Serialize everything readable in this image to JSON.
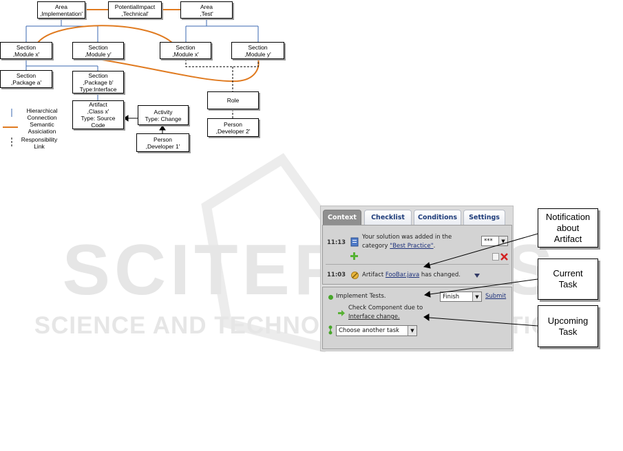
{
  "watermark": {
    "line1": "SCITEPRESS",
    "line2": "SCIENCE AND TECHNOLOGY PUBLICATIONS",
    "color": "#e6e6e6"
  },
  "diagram": {
    "nodes": {
      "area_impl": [
        "Area",
        ",Implementation'"
      ],
      "potential_impact": [
        "PotentialImpact",
        ",Technical'"
      ],
      "area_test": [
        "Area",
        ",Test'"
      ],
      "section_module_x_left": [
        "Section",
        ",Module x'"
      ],
      "section_module_y_left": [
        "Section",
        ",Module y'"
      ],
      "section_module_x_right": [
        "Section",
        ",Module x'"
      ],
      "section_module_y_right": [
        "Section",
        ",Module y'"
      ],
      "section_package_a": [
        "Section",
        ",Package a'"
      ],
      "section_package_b": [
        "Section",
        ",Package b'",
        "Type:Interface"
      ],
      "artifact_class_x": [
        "Artifact",
        ",Class x'",
        "Type: Source",
        "Code"
      ],
      "activity_change": [
        "Activity",
        "Type: Change"
      ],
      "person_developer_1": [
        "Person",
        ",Developer 1'"
      ],
      "role": [
        "Role"
      ],
      "person_developer_2": [
        "Person",
        ",Developer 2'"
      ]
    },
    "legend": {
      "hierarchical": [
        "Hierarchical",
        "Connection"
      ],
      "semantic": [
        "Semantic",
        "Assiciation"
      ],
      "responsibility": [
        "Responsibility",
        "Link"
      ]
    },
    "colors": {
      "hierarchical": "#3a67b0",
      "semantic": "#e07a1f",
      "responsibility": "#000000"
    }
  },
  "widget": {
    "tabs": [
      "Context",
      "Checklist",
      "Conditions",
      "Settings"
    ],
    "active_tab": "Context",
    "notifications": [
      {
        "time": "11:13",
        "text_before": "Your solution was added in the",
        "text_mid": "category ",
        "link": "\"Best Practice\"",
        "text_after": ".",
        "rating": "***",
        "icon": "document-icon"
      },
      {
        "time": "11:03",
        "text_before": "Artifact ",
        "link": "FooBar.java",
        "text_after": " has changed.",
        "icon": "pencil-icon"
      }
    ],
    "current_task": {
      "label": "Implement Tests.",
      "status": "Finish",
      "submit": "Submit"
    },
    "upcoming_task": {
      "line1": "Check Component due to",
      "line2": "Interface change."
    },
    "task_select": "Choose another task"
  },
  "callouts": {
    "notification": [
      "Notification",
      "about",
      "Artifact"
    ],
    "current_task": [
      "Current",
      "Task"
    ],
    "upcoming_task": [
      "Upcoming",
      "Task"
    ]
  }
}
